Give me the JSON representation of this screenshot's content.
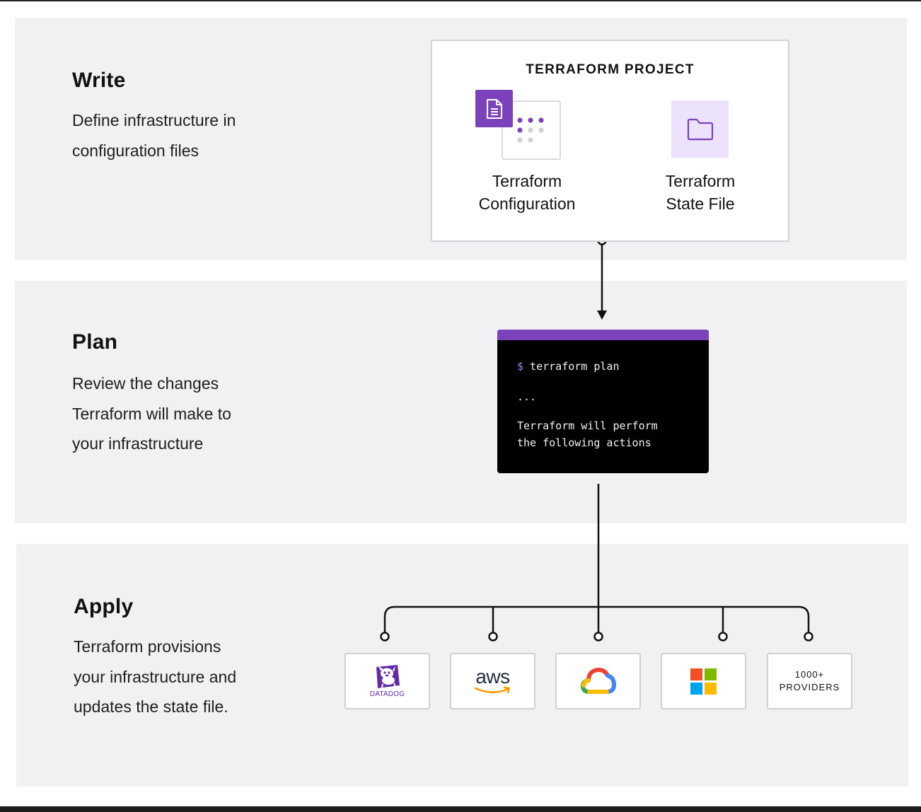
{
  "steps": {
    "write": {
      "title": "Write",
      "description": "Define infrastructure in\nconfiguration files"
    },
    "plan": {
      "title": "Plan",
      "description": "Review the changes\nTerraform will make to\nyour infrastructure"
    },
    "apply": {
      "title": "Apply",
      "description": "Terraform provisions\nyour infrastructure and\nupdates the state file."
    }
  },
  "project": {
    "title": "TERRAFORM PROJECT",
    "configuration_label": "Terraform\nConfiguration",
    "state_file_label": "Terraform\nState File"
  },
  "terminal": {
    "prompt_symbol": "$",
    "command": " terraform plan",
    "ellipsis": "...",
    "output_line1": "Terraform will perform",
    "output_line2": "the following actions"
  },
  "providers": {
    "datadog": {
      "text": "DATADOG",
      "icon": "datadog-dog-icon"
    },
    "aws": {
      "text": "aws",
      "icon": "amazon-smile-icon"
    },
    "gcp": {
      "icon": "google-cloud-icon"
    },
    "microsoft": {
      "icon": "microsoft-windows-icon"
    },
    "more": {
      "text": "1000+\nPROVIDERS"
    }
  },
  "colors": {
    "accent_purple": "#7b42bc",
    "panel_background": "#f1f1f3",
    "state_tile": "#ece2fb",
    "terminal_background": "#000000",
    "ms_red": "#f25022",
    "ms_green": "#7fba00",
    "ms_blue": "#00a4ef",
    "ms_yellow": "#ffb900"
  }
}
